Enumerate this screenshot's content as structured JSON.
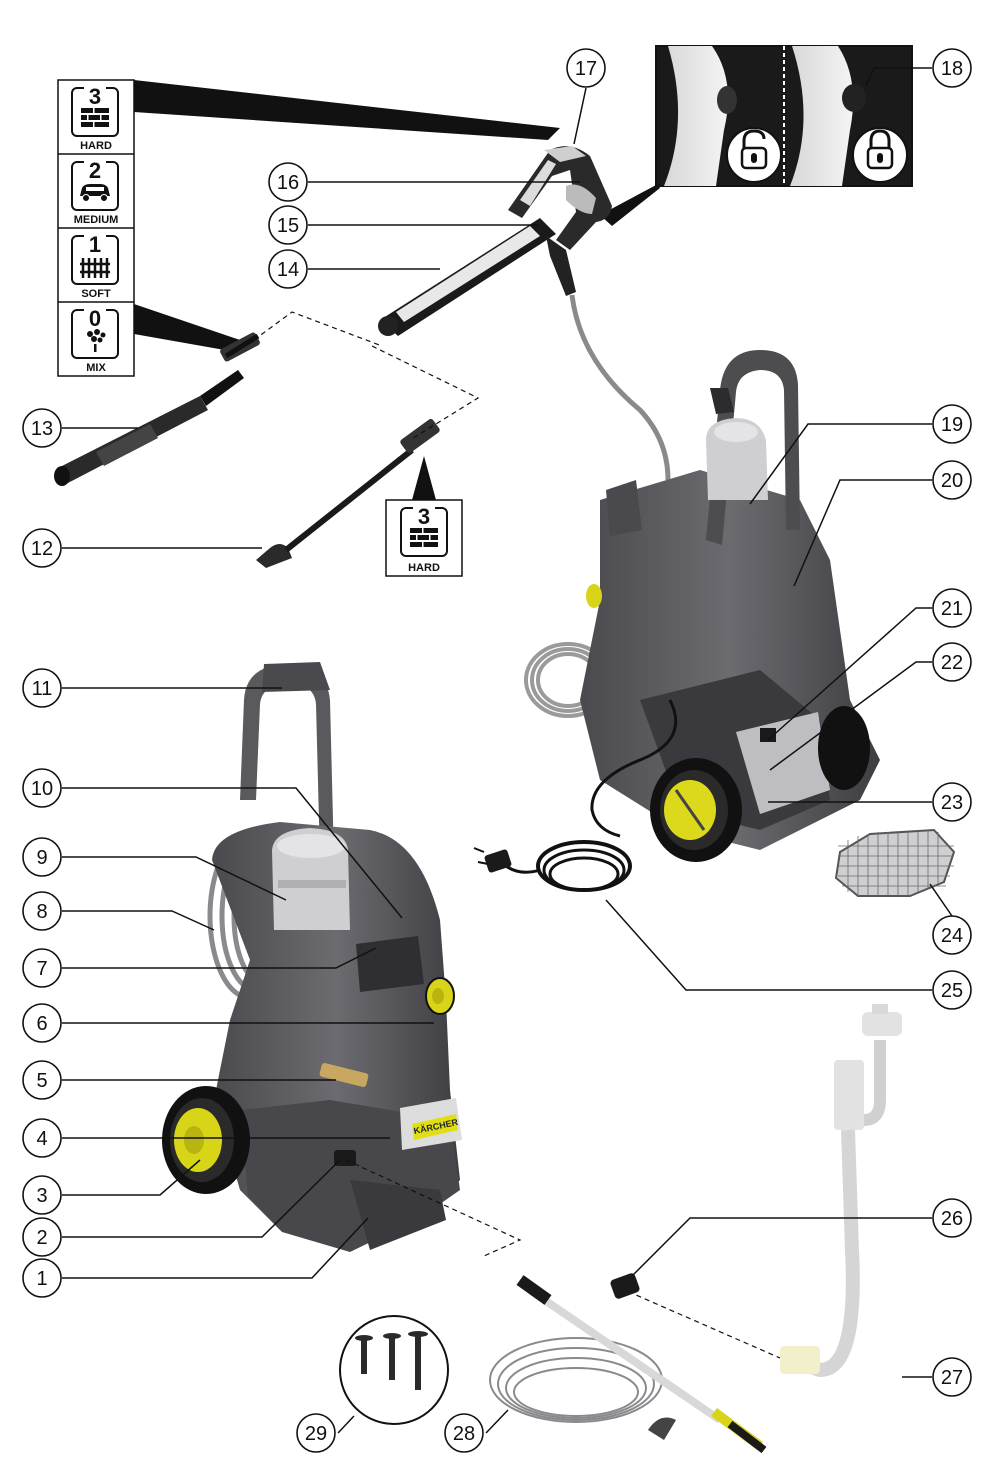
{
  "callouts": [
    "1",
    "2",
    "3",
    "4",
    "5",
    "6",
    "7",
    "8",
    "9",
    "10",
    "11",
    "12",
    "13",
    "14",
    "15",
    "16",
    "17",
    "18",
    "19",
    "20",
    "21",
    "22",
    "23",
    "24",
    "25",
    "26",
    "27",
    "28",
    "29"
  ],
  "pressure_levels": [
    {
      "number": "3",
      "label": "HARD",
      "icon": "brick-wall-icon"
    },
    {
      "number": "2",
      "label": "MEDIUM",
      "icon": "car-icon"
    },
    {
      "number": "1",
      "label": "SOFT",
      "icon": "fence-icon"
    },
    {
      "number": "0",
      "label": "MIX",
      "icon": "detergent-icon"
    }
  ],
  "spray_lance_badge": {
    "number": "3",
    "label": "HARD",
    "icon": "brick-wall-icon"
  },
  "lock_icons": [
    "unlocked-padlock-icon",
    "locked-padlock-icon"
  ],
  "brand_label": "KÄRCHER",
  "colors": {
    "body": "#5a5a5e",
    "accent": "#e2de14",
    "outline": "#111111",
    "hose": "#9a9a9a"
  }
}
